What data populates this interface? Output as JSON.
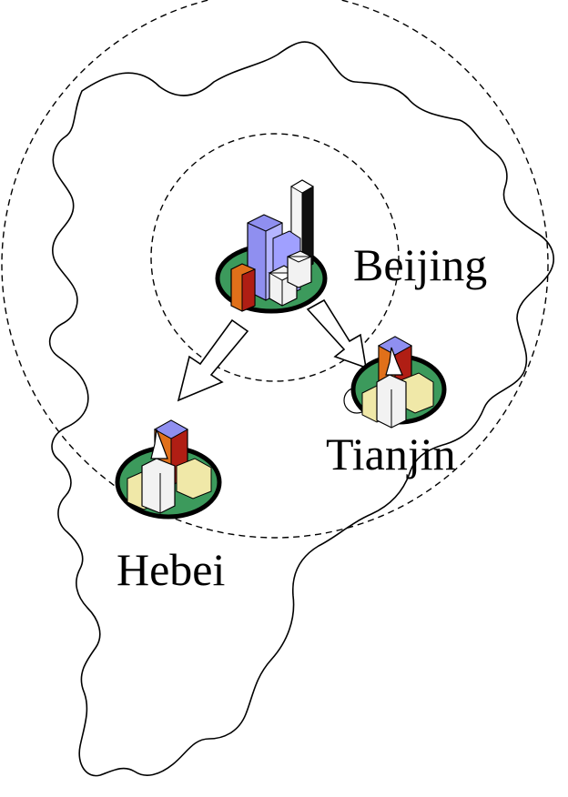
{
  "labels": {
    "beijing": "Beijing",
    "tianjin": "Tianjin",
    "hebei": "Hebei"
  },
  "icons": {
    "beijing": "city-skyscrapers-icon",
    "tianjin": "town-church-icon",
    "hebei": "town-church-icon",
    "arrows": "hollow-arrow-icon"
  },
  "colors": {
    "outline": "#000000",
    "ground": "#3c9a5c",
    "tower_blue": "#8f8ff0",
    "tower_orange": "#e0701a",
    "tower_red": "#b01e14",
    "building_white": "#f2f2f2",
    "roof_cream": "#f0e8a8"
  }
}
